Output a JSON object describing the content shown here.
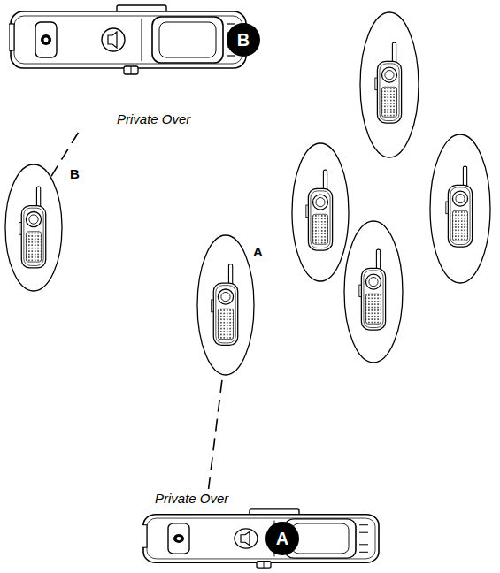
{
  "diagram": {
    "nodes": [
      {
        "text": [
          "Private Over"
        ]
      },
      {
        "text": [
          "B"
        ]
      },
      {
        "text": [
          "B"
        ]
      },
      {
        "text": [
          "A"
        ]
      },
      {
        "text": [
          "Private Over"
        ]
      },
      {
        "text": [
          "A"
        ]
      }
    ],
    "edges": [
      {
        "from": 0,
        "to": 2,
        "arrow": "none"
      },
      {
        "from": 4,
        "to": 3,
        "arrow": "none"
      }
    ]
  }
}
